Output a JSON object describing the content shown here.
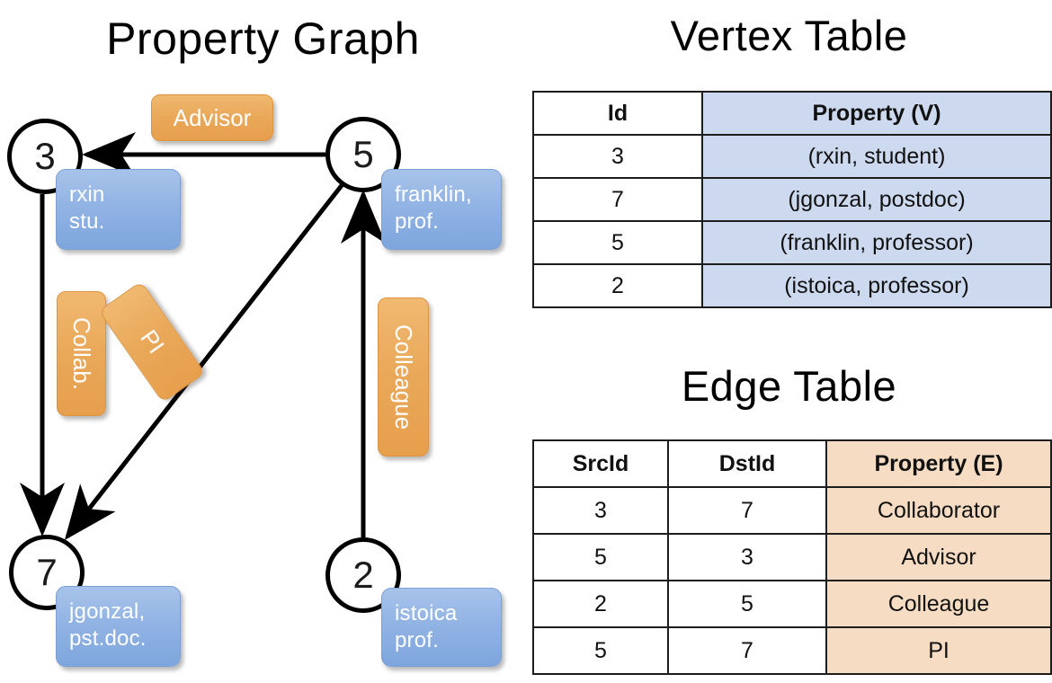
{
  "titles": {
    "property_graph": "Property Graph",
    "vertex_table": "Vertex Table",
    "edge_table": "Edge Table"
  },
  "graph": {
    "nodes": [
      {
        "id": "3",
        "name": "rxin",
        "role": "stu."
      },
      {
        "id": "5",
        "name": "franklin,",
        "role": "prof."
      },
      {
        "id": "7",
        "name": "jgonzal,",
        "role": "pst.doc."
      },
      {
        "id": "2",
        "name": "istoica",
        "role": "prof."
      }
    ],
    "edge_labels": {
      "advisor": "Advisor",
      "collab": "Collab.",
      "pi": "PI",
      "colleague": "Colleague"
    },
    "colors": {
      "vertex_box": "#92b4e4",
      "edge_box": "#e9a859",
      "stroke": "#000000"
    }
  },
  "vertex_table": {
    "headers": [
      "Id",
      "Property (V)"
    ],
    "rows": [
      [
        "3",
        "(rxin, student)"
      ],
      [
        "7",
        "(jgonzal, postdoc)"
      ],
      [
        "5",
        "(franklin, professor)"
      ],
      [
        "2",
        "(istoica, professor)"
      ]
    ],
    "property_fill": "#ccd9ee"
  },
  "edge_table": {
    "headers": [
      "SrcId",
      "DstId",
      "Property (E)"
    ],
    "rows": [
      [
        "3",
        "7",
        "Collaborator"
      ],
      [
        "5",
        "3",
        "Advisor"
      ],
      [
        "2",
        "5",
        "Colleague"
      ],
      [
        "5",
        "7",
        "PI"
      ]
    ],
    "property_fill": "#f6dcc2"
  }
}
